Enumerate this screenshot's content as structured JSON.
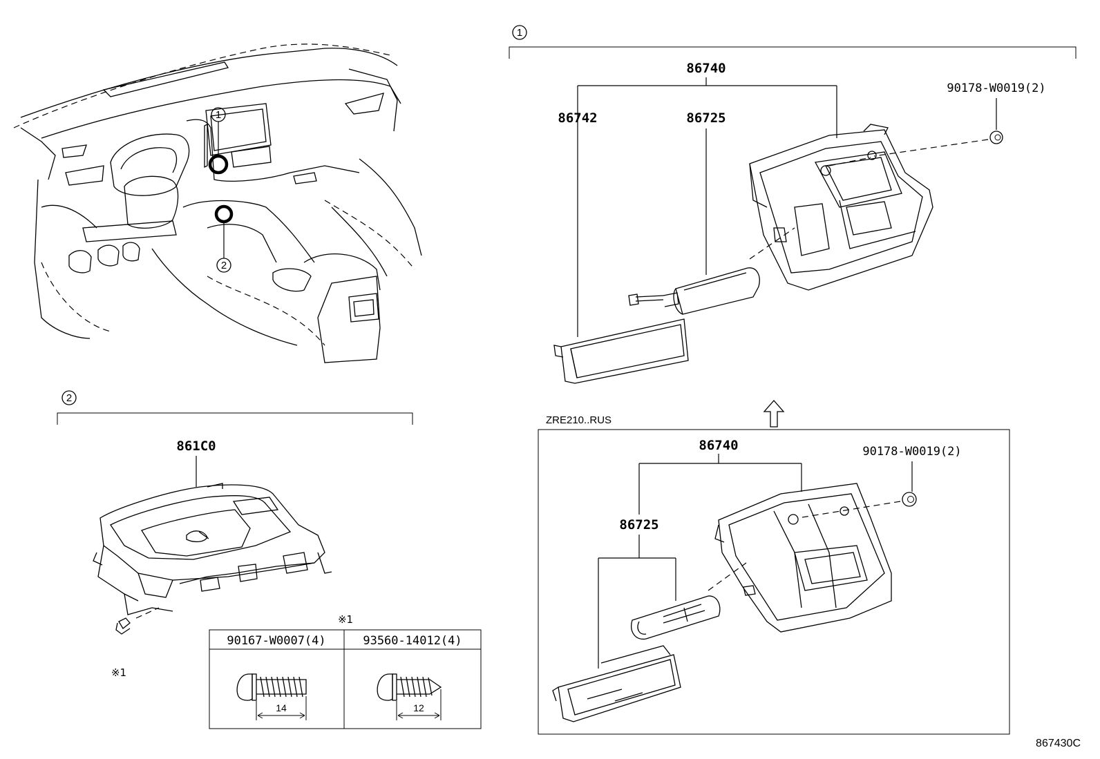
{
  "callouts": {
    "c1": "1",
    "c2": "2"
  },
  "group1": {
    "label": "1",
    "parent_part": "86740",
    "sub_parts": [
      "86742",
      "86725"
    ],
    "fastener": "90178-W0019(2)"
  },
  "group1_variant": {
    "condition": "ZRE210..RUS",
    "parent_part": "86740",
    "sub_part": "86725",
    "fastener": "90178-W0019(2)"
  },
  "group2": {
    "label": "2",
    "part": "861C0",
    "note_mark": "※1"
  },
  "screw_table": {
    "mark": "※1",
    "columns": [
      {
        "part": "90167-W0007(4)",
        "length": "14"
      },
      {
        "part": "93560-14012(4)",
        "length": "12"
      }
    ]
  },
  "diagram_ref": "867430C"
}
